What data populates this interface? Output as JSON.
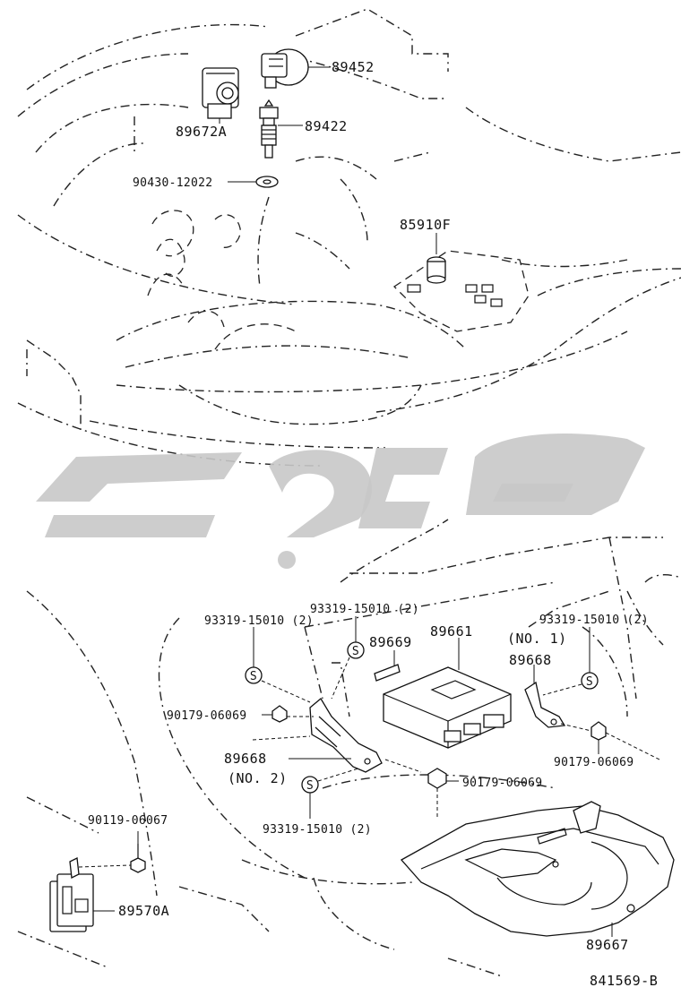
{
  "diagram": {
    "callouts": {
      "p89452": "89452",
      "p89672A": "89672A",
      "p89422": "89422",
      "p90430": "90430-12022",
      "p85910F": "85910F",
      "p93319_a": "93319-15010 (2)",
      "p93319_b": "93319-15010 (2)",
      "p89669": "89669",
      "p89661": "89661",
      "p93319_c": "93319-15010 (2)",
      "no1": "(NO. 1)",
      "p89668_1": "89668",
      "p90179_a": "90179-06069",
      "p89668_2": "89668",
      "no2": "(NO. 2)",
      "p90179_b": "90179-06069",
      "p90179_c": "90179-06069",
      "p93319_d": "93319-15010 (2)",
      "p90119": "90119-06067",
      "p89570A": "89570A",
      "p89667": "89667",
      "s1": "S",
      "s2": "S",
      "s3": "S",
      "s4": "S"
    },
    "figure_id": "841569-B"
  }
}
